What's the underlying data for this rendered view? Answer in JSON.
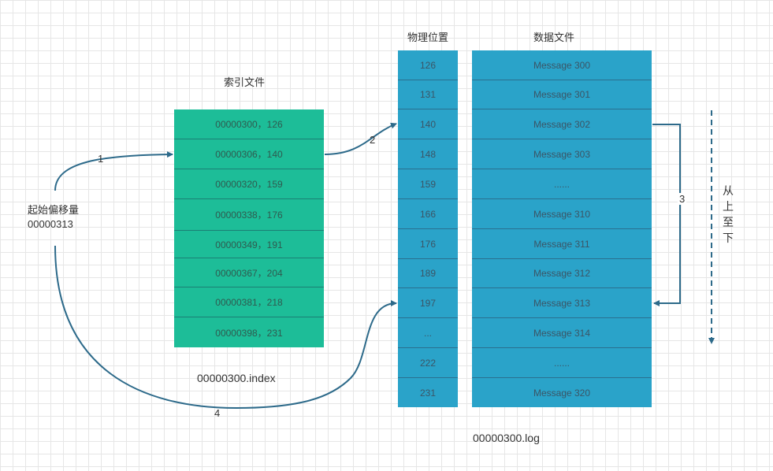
{
  "start": {
    "title": "起始偏移量",
    "offset": "00000313"
  },
  "index": {
    "heading": "索引文件",
    "filename": "00000300.index",
    "entries": [
      "00000300，126",
      "00000306，140",
      "00000320，159",
      "00000338，176",
      "00000349，191",
      "00000367，204",
      "00000381，218",
      "00000398，231"
    ]
  },
  "positions": {
    "heading": "物理位置",
    "values": [
      "126",
      "131",
      "140",
      "148",
      "159",
      "166",
      "176",
      "189",
      "197",
      "...",
      "222",
      "231"
    ]
  },
  "log": {
    "heading": "数据文件",
    "filename": "00000300.log",
    "messages": [
      "Message 300",
      "Message 301",
      "Message 302",
      "Message 303",
      "......",
      "Message 310",
      "Message 311",
      "Message 312",
      "Message 313",
      "Message 314",
      "......",
      "Message 320"
    ]
  },
  "arrows": {
    "step1": "1",
    "step2": "2",
    "step3": "3",
    "step4": "4"
  },
  "direction": {
    "chars": [
      "从",
      "上",
      "至",
      "下"
    ]
  },
  "colors": {
    "index_fill": "#1dbd98",
    "data_fill": "#2aa3c9",
    "arrow": "#2d6a8a"
  }
}
